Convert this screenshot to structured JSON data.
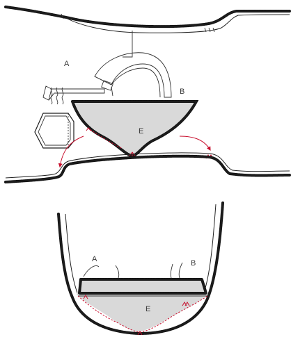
{
  "labels": {
    "top_a": "A",
    "top_b": "B",
    "top_e": "E",
    "bottom_a": "A",
    "bottom_b": "B",
    "bottom_e": "E"
  },
  "colors": {
    "pad_fill": "#d9d9d9",
    "outline": "#141414",
    "stitch_red": "#c8102e"
  },
  "icons": [
    "steam-icon",
    "red-arrow-icon",
    "overlock-edge-icon"
  ]
}
